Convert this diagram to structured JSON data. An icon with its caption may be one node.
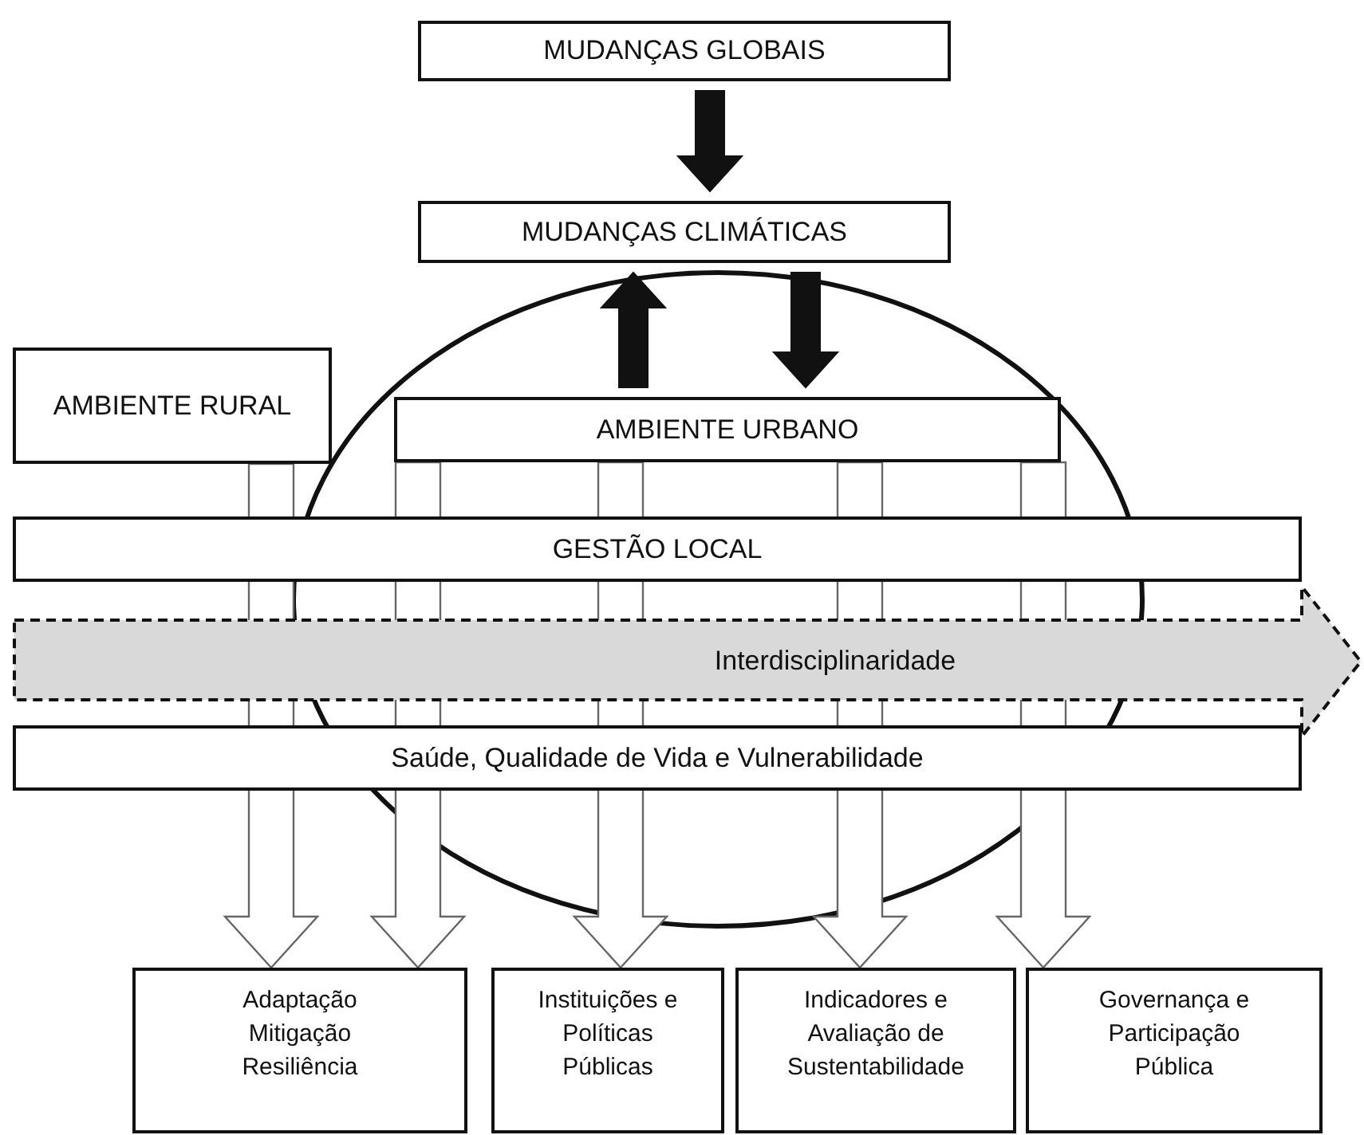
{
  "diagram": {
    "nodes": [
      {
        "text": [
          "MUDANÇAS GLOBAIS"
        ]
      },
      {
        "text": [
          "MUDANÇAS CLIMÁTICAS"
        ]
      },
      {
        "text": [
          "AMBIENTE RURAL"
        ]
      },
      {
        "text": [
          "AMBIENTE URBANO"
        ]
      },
      {
        "text": [
          "GESTÃO LOCAL"
        ]
      },
      {
        "text": [
          "Interdisciplinaridade"
        ]
      },
      {
        "text": [
          "Saúde, Qualidade de Vida e Vulnerabilidade"
        ]
      },
      {
        "text": [
          "Adaptação Mitigação Resiliência"
        ]
      },
      {
        "text": [
          "Instituições e Políticas Públicas"
        ]
      },
      {
        "text": [
          "Indicadores e Avaliação de Sustentabilidade"
        ]
      },
      {
        "text": [
          "Governança e Participação Pública"
        ]
      }
    ],
    "edges": [
      {
        "from": 0,
        "to": 1,
        "arrow": "to",
        "style": "thick"
      },
      {
        "from": 3,
        "to": 1,
        "arrow": "to",
        "style": "thick"
      },
      {
        "from": 1,
        "to": 3,
        "arrow": "to",
        "style": "thick"
      },
      {
        "from": 2,
        "to": 7,
        "arrow": "to"
      },
      {
        "from": 3,
        "to": 7,
        "arrow": "to"
      },
      {
        "from": 3,
        "to": 8,
        "arrow": "to"
      },
      {
        "from": 3,
        "to": 9,
        "arrow": "to"
      },
      {
        "from": 3,
        "to": 10,
        "arrow": "to"
      }
    ]
  }
}
